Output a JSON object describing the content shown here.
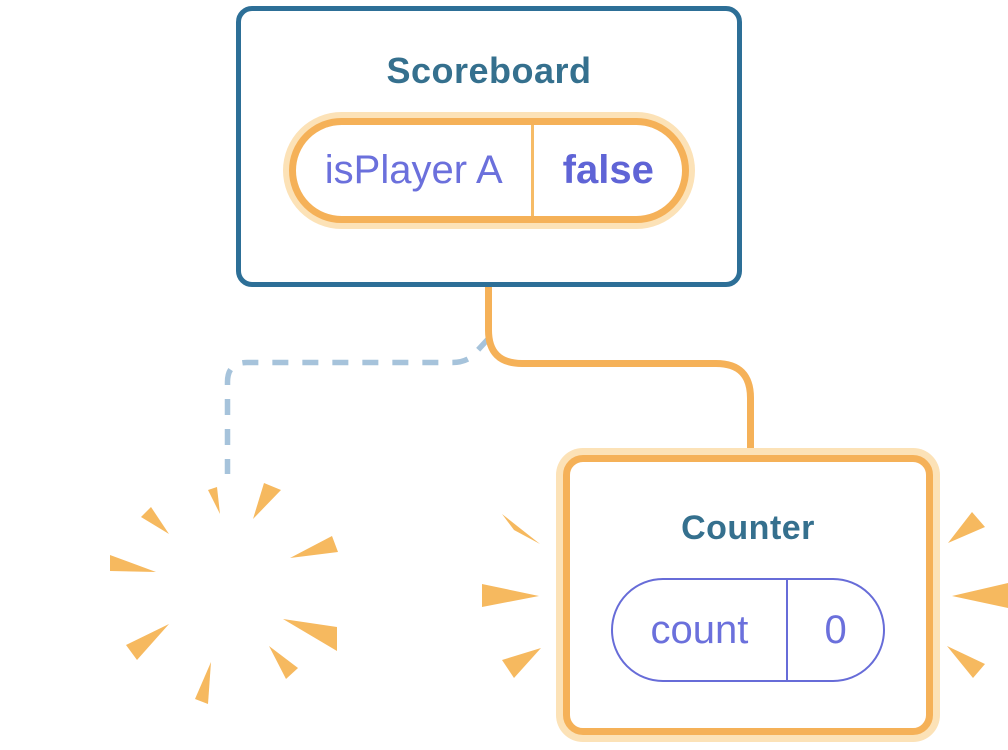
{
  "diagram": {
    "description": "React component-tree state illustration",
    "scoreboard": {
      "title": "Scoreboard",
      "pill": {
        "key": "isPlayer A",
        "value": "false"
      }
    },
    "counter": {
      "title": "Counter",
      "pill": {
        "key": "count",
        "value": "0"
      }
    },
    "icons": {
      "sparkles": "sparkles-icon",
      "burst": "burst-poof-icon",
      "emphasis_left": "emphasis-marks-left-icon",
      "emphasis_right": "emphasis-marks-right-icon"
    },
    "colors": {
      "background": "#FFFFFF",
      "card_border_blue": "#2D6F97",
      "title_teal": "#35708E",
      "accent_orange": "#F5B158",
      "accent_orange_light": "#FCE2B7",
      "wedge_orange": "#F6B95F",
      "purple_text": "#6B70DC",
      "purple_border": "#676CD8",
      "dashed_line_blue": "#A6C3DB"
    }
  }
}
